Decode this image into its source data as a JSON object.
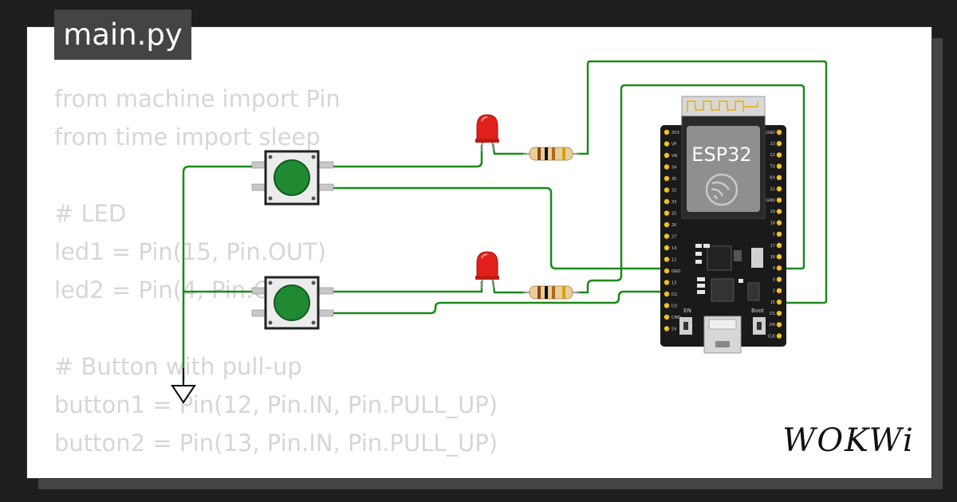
{
  "editor": {
    "tab_label": "main.py",
    "code_lines": [
      "from machine import Pin",
      "from time import sleep",
      "",
      "# LED",
      "led1 = Pin(15, Pin.OUT)",
      "led2 = Pin(4, Pin.OUT)",
      "",
      "# Button with pull-up",
      "button1 = Pin(12, Pin.IN, Pin.PULL_UP)",
      "button2 = Pin(13, Pin.IN, Pin.PULL_UP)"
    ]
  },
  "board": {
    "label": "ESP32",
    "en_label": "EN",
    "boot_label": "Boot",
    "left_pins": [
      "3V3",
      "VP",
      "VN",
      "34",
      "35",
      "32",
      "33",
      "25",
      "26",
      "27",
      "14",
      "12",
      "GND",
      "13",
      "D2",
      "D3",
      "CMD",
      "5V"
    ],
    "right_pins": [
      "GND",
      "23",
      "22",
      "TX",
      "RX",
      "21",
      "GND",
      "19",
      "18",
      "5",
      "17",
      "16",
      "4",
      "0",
      "2",
      "15",
      "D1",
      "D0",
      "CLK"
    ]
  },
  "brand": {
    "logo": "WOKWi"
  },
  "colors": {
    "wire": "#1a8a1a",
    "led": "#e0201a",
    "button_cap": "#1f8a32",
    "board": "#1a1a1a",
    "pin_pad": "#f2c21b",
    "code_text": "#d6d6d6",
    "tab_bg": "#444444"
  },
  "icons": [
    "wifi-antenna-icon",
    "espressif-logo-icon",
    "ground-symbol-icon",
    "usb-connector-icon"
  ]
}
